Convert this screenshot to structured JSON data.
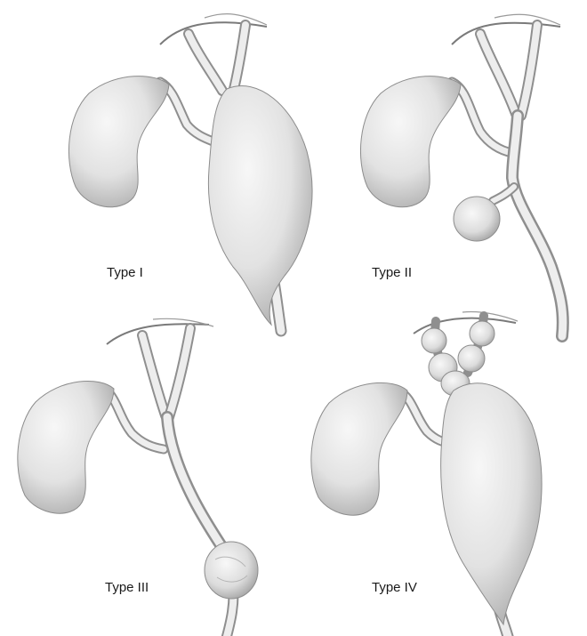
{
  "panels": [
    {
      "label": "Type I"
    },
    {
      "label": "Type II"
    },
    {
      "label": "Type III"
    },
    {
      "label": "Type IV"
    }
  ],
  "colors": {
    "organ_light": "#f4f4f4",
    "organ_mid": "#d9d9d9",
    "organ_dark": "#9a9a9a",
    "outline": "#8c8c8c",
    "text": "#1a1a1a"
  }
}
